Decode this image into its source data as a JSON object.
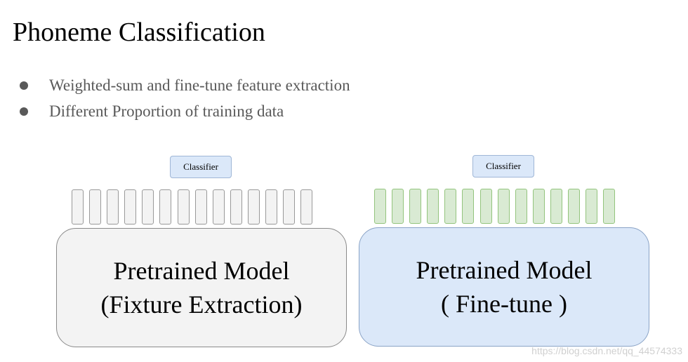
{
  "title": "Phoneme Classification",
  "bullets": [
    "Weighted-sum and fine-tune feature extraction",
    "Different Proportion of training data"
  ],
  "panels": [
    {
      "classifier_label": "Classifier",
      "feature_count": 14,
      "model_line1": "Pretrained Model",
      "model_line2": "(Fixture Extraction)",
      "fill_color": "#f3f3f3",
      "feature_color": "#f3f3f3"
    },
    {
      "classifier_label": "Classifier",
      "feature_count": 14,
      "model_line1": "Pretrained Model",
      "model_line2": "( Fine-tune )",
      "fill_color": "#dbe8f9",
      "feature_color": "#d9ead3"
    }
  ],
  "watermark": "https://blog.csdn.net/qq_44574333"
}
